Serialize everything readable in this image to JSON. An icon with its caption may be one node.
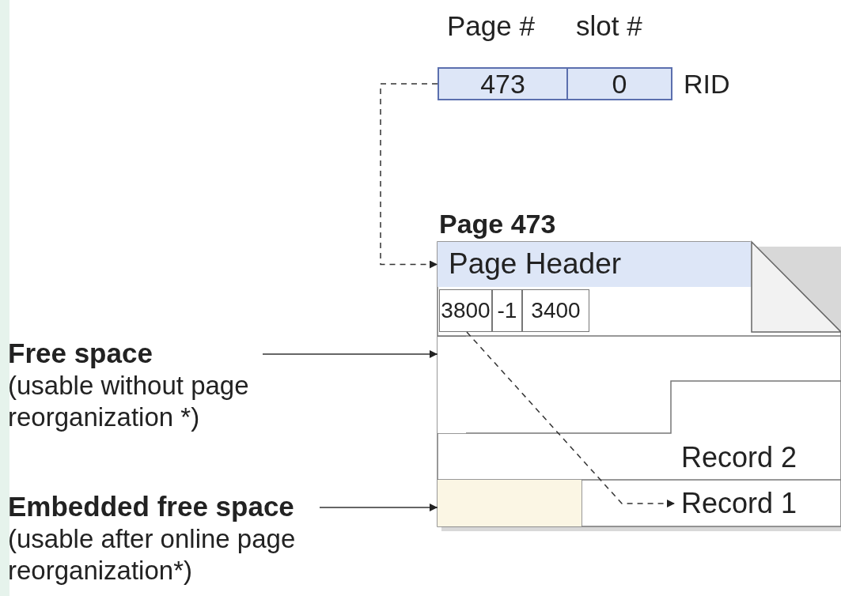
{
  "diagram": {
    "nodes": [
      {
        "text": [
          "Page #",
          "473"
        ]
      },
      {
        "text": [
          "slot #",
          "0"
        ],
        "beside": [
          "RID"
        ]
      },
      {
        "text": [
          "Page 473"
        ]
      },
      {
        "text": [
          "Page Header"
        ],
        "in": 2
      },
      {
        "text": [
          "3800"
        ],
        "in": 2
      },
      {
        "text": [
          "-1"
        ],
        "in": 2
      },
      {
        "text": [
          "3400"
        ],
        "in": 2
      },
      {
        "text": [],
        "shape": "box",
        "in": 2
      },
      {
        "text": [
          "Record 2"
        ],
        "in": 2
      },
      {
        "text": [],
        "shape": "box",
        "in": 2
      },
      {
        "text": [
          "Record 1"
        ],
        "in": 2
      },
      {
        "text": [
          "Free space",
          "(usable without page reorganization *)"
        ]
      },
      {
        "text": [
          "Embedded free space",
          "(usable after online page reorganization*)"
        ]
      }
    ],
    "edges": [
      {
        "from": 0,
        "to": 3,
        "arrow": "to",
        "style": "dashed"
      },
      {
        "from": 4,
        "to": 10,
        "arrow": "to",
        "style": "dashed"
      },
      {
        "from": 11,
        "to": 7,
        "arrow": "to"
      },
      {
        "from": 12,
        "to": 9,
        "arrow": "to"
      }
    ]
  }
}
